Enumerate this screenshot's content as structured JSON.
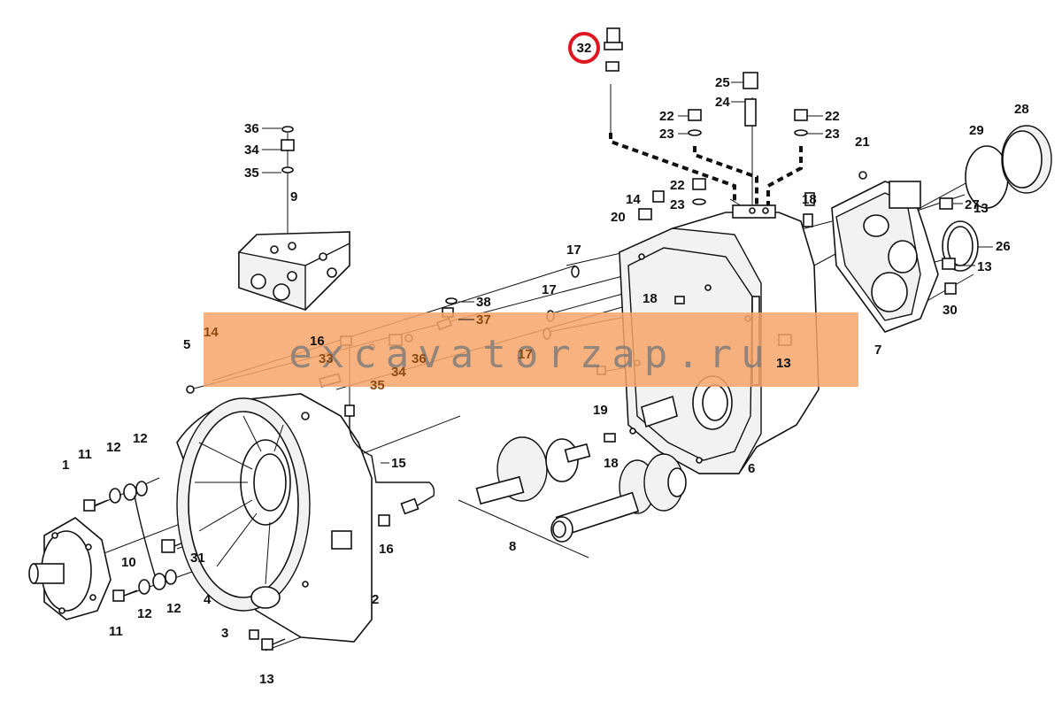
{
  "callouts": [
    {
      "id": "c1",
      "text": "1"
    },
    {
      "id": "c2",
      "text": "2"
    },
    {
      "id": "c3",
      "text": "3"
    },
    {
      "id": "c4",
      "text": "4"
    },
    {
      "id": "c5",
      "text": "5"
    },
    {
      "id": "c6",
      "text": "6"
    },
    {
      "id": "c7",
      "text": "7"
    },
    {
      "id": "c8",
      "text": "8"
    },
    {
      "id": "c9",
      "text": "9"
    },
    {
      "id": "c10",
      "text": "10"
    },
    {
      "id": "c11a",
      "text": "11"
    },
    {
      "id": "c11b",
      "text": "11"
    },
    {
      "id": "c12a",
      "text": "12"
    },
    {
      "id": "c12b",
      "text": "12"
    },
    {
      "id": "c12c",
      "text": "12"
    },
    {
      "id": "c12d",
      "text": "12"
    },
    {
      "id": "c13a",
      "text": "13"
    },
    {
      "id": "c13b",
      "text": "13"
    },
    {
      "id": "c13c",
      "text": "13"
    },
    {
      "id": "c13d",
      "text": "13"
    },
    {
      "id": "c14a",
      "text": "14"
    },
    {
      "id": "c14b",
      "text": "14"
    },
    {
      "id": "c15",
      "text": "15"
    },
    {
      "id": "c16a",
      "text": "16"
    },
    {
      "id": "c16b",
      "text": "16"
    },
    {
      "id": "c17a",
      "text": "17"
    },
    {
      "id": "c17b",
      "text": "17"
    },
    {
      "id": "c17c",
      "text": "17"
    },
    {
      "id": "c18a",
      "text": "18"
    },
    {
      "id": "c18b",
      "text": "18"
    },
    {
      "id": "c18c",
      "text": "18"
    },
    {
      "id": "c19",
      "text": "19"
    },
    {
      "id": "c20",
      "text": "20"
    },
    {
      "id": "c21",
      "text": "21"
    },
    {
      "id": "c22a",
      "text": "22"
    },
    {
      "id": "c22b",
      "text": "22"
    },
    {
      "id": "c22c",
      "text": "22"
    },
    {
      "id": "c23a",
      "text": "23"
    },
    {
      "id": "c23b",
      "text": "23"
    },
    {
      "id": "c23c",
      "text": "23"
    },
    {
      "id": "c24",
      "text": "24"
    },
    {
      "id": "c25",
      "text": "25"
    },
    {
      "id": "c26",
      "text": "26"
    },
    {
      "id": "c27",
      "text": "27"
    },
    {
      "id": "c28",
      "text": "28"
    },
    {
      "id": "c29",
      "text": "29"
    },
    {
      "id": "c30",
      "text": "30"
    },
    {
      "id": "c31",
      "text": "31"
    },
    {
      "id": "c32",
      "text": "32"
    },
    {
      "id": "c33",
      "text": "33"
    },
    {
      "id": "c34a",
      "text": "34"
    },
    {
      "id": "c34b",
      "text": "34"
    },
    {
      "id": "c35a",
      "text": "35"
    },
    {
      "id": "c35b",
      "text": "35"
    },
    {
      "id": "c36a",
      "text": "36"
    },
    {
      "id": "c36b",
      "text": "36"
    },
    {
      "id": "c37",
      "text": "37"
    },
    {
      "id": "c38",
      "text": "38"
    }
  ],
  "watermark": {
    "text": "excavatorzap.ru",
    "band_color": "#f7a468"
  },
  "highlight": {
    "callout": "32",
    "ring_color": "#e0161e"
  }
}
